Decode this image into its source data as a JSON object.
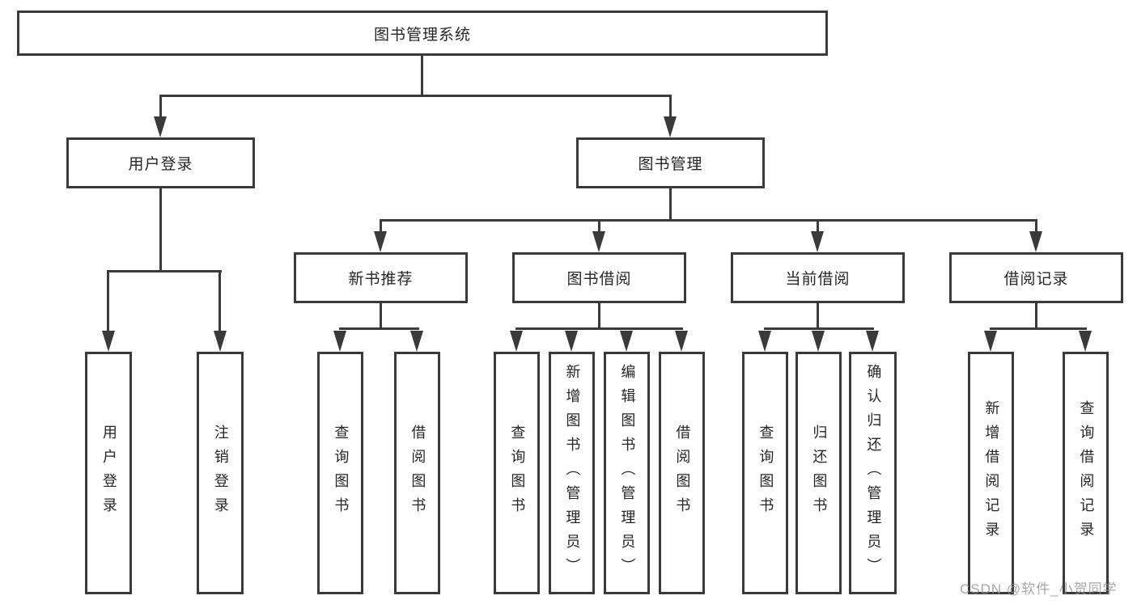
{
  "diagram": {
    "root": {
      "label": "图书管理系统"
    },
    "level2": [
      {
        "label": "用户登录"
      },
      {
        "label": "图书管理"
      }
    ],
    "level3": [
      {
        "label": "新书推荐"
      },
      {
        "label": "图书借阅"
      },
      {
        "label": "当前借阅"
      },
      {
        "label": "借阅记录"
      }
    ],
    "leaves": {
      "user_login": [
        "用户登录",
        "注销登录"
      ],
      "new_book_recommend": [
        "查询图书",
        "借阅图书"
      ],
      "book_borrow": [
        "查询图书",
        "新增图书（管理员）",
        "编辑图书（管理员）",
        "借阅图书"
      ],
      "current_borrow": [
        "查询图书",
        "归还图书",
        "确认归还（管理员）"
      ],
      "borrow_records": [
        "新增借阅记录",
        "查询借阅记录"
      ]
    },
    "watermark": "CSDN @软件_小贺同学",
    "colors": {
      "line": "#3a3a3a",
      "text": "#262626",
      "watermark": "#919191",
      "background": "#ffffff"
    }
  }
}
